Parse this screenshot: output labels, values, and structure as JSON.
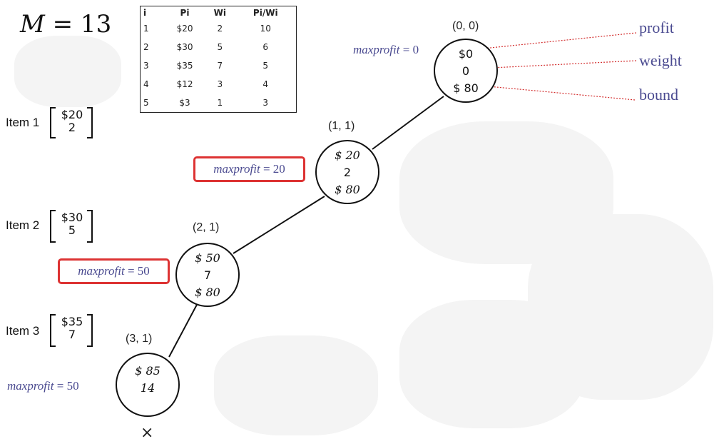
{
  "capacity": {
    "symbol": "M",
    "relation": "= 13"
  },
  "table": {
    "headers": [
      "i",
      "Pi",
      "Wi",
      "Pi/Wi"
    ],
    "rows": [
      [
        "1",
        "$20",
        "2",
        "10"
      ],
      [
        "2",
        "$30",
        "5",
        "6"
      ],
      [
        "3",
        "$35",
        "7",
        "5"
      ],
      [
        "4",
        "$12",
        "3",
        "4"
      ],
      [
        "5",
        "$3",
        "1",
        "3"
      ]
    ]
  },
  "items": [
    {
      "label": "Item 1",
      "top": "$20",
      "bottom": "2"
    },
    {
      "label": "Item 2",
      "top": "$30",
      "bottom": "5"
    },
    {
      "label": "Item 3",
      "top": "$35",
      "bottom": "7"
    }
  ],
  "nodes": [
    {
      "coord": "(0, 0)",
      "profit": "$0",
      "weight": "0",
      "bound": "$ 80",
      "maxprofit": {
        "word": "maxprofit",
        "eq": "= 0",
        "highlighted": false
      }
    },
    {
      "coord": "(1, 1)",
      "profit": "$ 20",
      "weight": "2",
      "bound": "$ 80",
      "maxprofit": {
        "word": "maxprofit",
        "eq": "= 20",
        "highlighted": true
      }
    },
    {
      "coord": "(2, 1)",
      "profit": "$ 50",
      "weight": "7",
      "bound": "$ 80",
      "maxprofit": {
        "word": "maxprofit",
        "eq": "= 50",
        "highlighted": true
      }
    },
    {
      "coord": "(3, 1)",
      "profit": "$ 85",
      "weight": "14",
      "bound": "",
      "maxprofit": {
        "word": "maxprofit",
        "eq": "= 50",
        "highlighted": false
      },
      "marker": "×"
    }
  ],
  "annotations": [
    "profit",
    "weight",
    "bound"
  ],
  "colors": {
    "highlight_border": "#dd3333",
    "arrow": "#d32f2f",
    "maxprofit_text": "#4a4a90",
    "annotation_text": "#4a4a90"
  }
}
